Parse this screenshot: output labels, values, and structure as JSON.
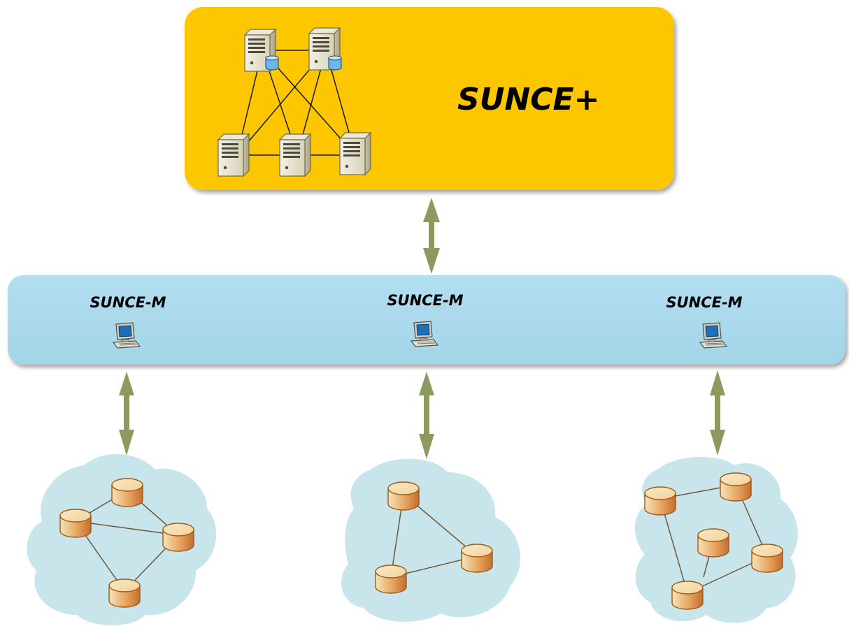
{
  "top_system": {
    "label": "SUNCE+",
    "fill_color": "#FDC704",
    "server_count": 5,
    "server_icon": "server-with-database-icon"
  },
  "middle_layer": {
    "fill_color": "#A9DAEB",
    "nodes": [
      {
        "label": "SUNCE-M",
        "icon": "desktop-computer-icon"
      },
      {
        "label": "SUNCE-M",
        "icon": "desktop-computer-icon"
      },
      {
        "label": "SUNCE-M",
        "icon": "desktop-computer-icon"
      }
    ]
  },
  "connector_color": "#8C9A5E",
  "clusters": [
    {
      "database_count": 4,
      "icon": "database-cylinder-icon"
    },
    {
      "database_count": 3,
      "icon": "database-cylinder-icon"
    },
    {
      "database_count": 5,
      "icon": "database-cylinder-icon"
    }
  ],
  "cluster_fill_color": "#C8E5EC"
}
